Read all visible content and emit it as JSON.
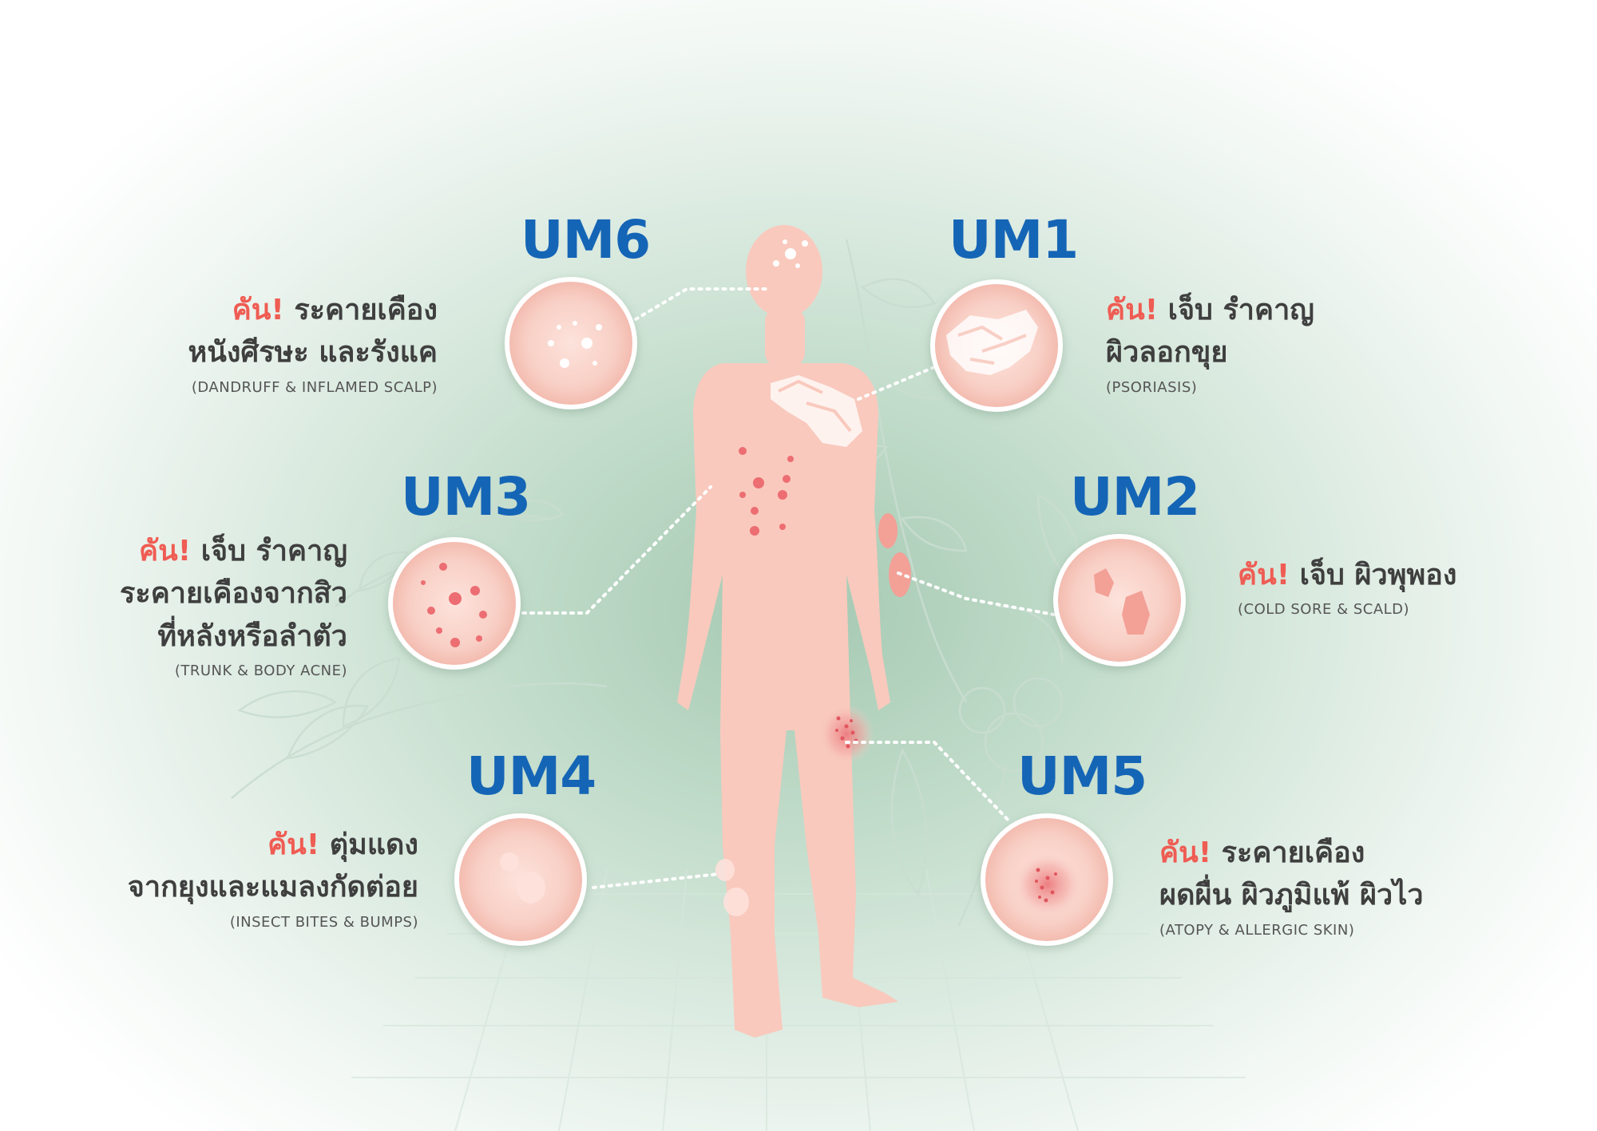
{
  "conditions": [
    {
      "code": "UM6",
      "itch": "คัน!",
      "line1": "ระคายเคือง",
      "line2": "หนังศีรษะ และรังแค",
      "line3": "",
      "en": "(DANDRUFF & INFLAMED SCALP)"
    },
    {
      "code": "UM1",
      "itch": "คัน!",
      "line1": "เจ็บ รำคาญ",
      "line2": "ผิวลอกขุย",
      "line3": "",
      "en": "(PSORIASIS)"
    },
    {
      "code": "UM3",
      "itch": "คัน!",
      "line1": "เจ็บ รำคาญ",
      "line2": "ระคายเคืองจากสิว",
      "line3": "ที่หลังหรือลำตัว",
      "en": "(TRUNK & BODY ACNE)"
    },
    {
      "code": "UM2",
      "itch": "คัน!",
      "line1": "เจ็บ ผิวพุพอง",
      "line2": "",
      "line3": "",
      "en": "(COLD SORE & SCALD)"
    },
    {
      "code": "UM4",
      "itch": "คัน!",
      "line1": "ตุ่มแดง",
      "line2": "จากยุงและแมลงกัดต่อย",
      "line3": "",
      "en": "(INSECT BITES & BUMPS)"
    },
    {
      "code": "UM5",
      "itch": "คัน!",
      "line1": "ระคายเคือง",
      "line2": "ผดผื่น ผิวภูมิแพ้ ผิวไว",
      "line3": "",
      "en": "(ATOPY & ALLERGIC SKIN)"
    }
  ],
  "colors": {
    "code": "#1565b6",
    "itch": "#ef5c53",
    "text": "#3f3f3f",
    "skin": "#f9c9bd",
    "circle_border": "#ffffff"
  }
}
